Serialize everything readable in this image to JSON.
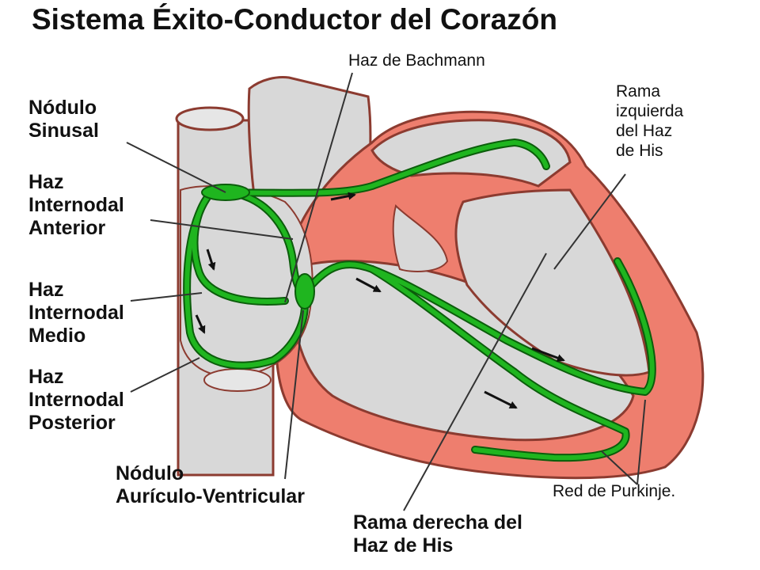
{
  "title": "Sistema Éxito-Conductor del Corazón",
  "colors": {
    "conduction": "#1fb51f",
    "conduction_outline": "#0b5d0b",
    "myocardium": "#ee7e6e",
    "chamber_fill": "#d8d8d8",
    "outline": "#8c3b30"
  },
  "labels": {
    "nodulo_sinusal": "Nódulo\nSinusal",
    "haz_internodal_anterior": "Haz\nInternodal\nAnterior",
    "haz_internodal_medio": "Haz\nInternodal\nMedio",
    "haz_internodal_posterior": "Haz\nInternodal\nPosterior",
    "nodulo_av": "Nódulo\nAurículo-Ventricular",
    "haz_bachmann": "Haz de Bachmann",
    "rama_izquierda": "Rama\nizquierda\ndel Haz\nde His",
    "red_purkinje": "Red de Purkinje.",
    "rama_derecha": "Rama derecha del\nHaz de His"
  }
}
